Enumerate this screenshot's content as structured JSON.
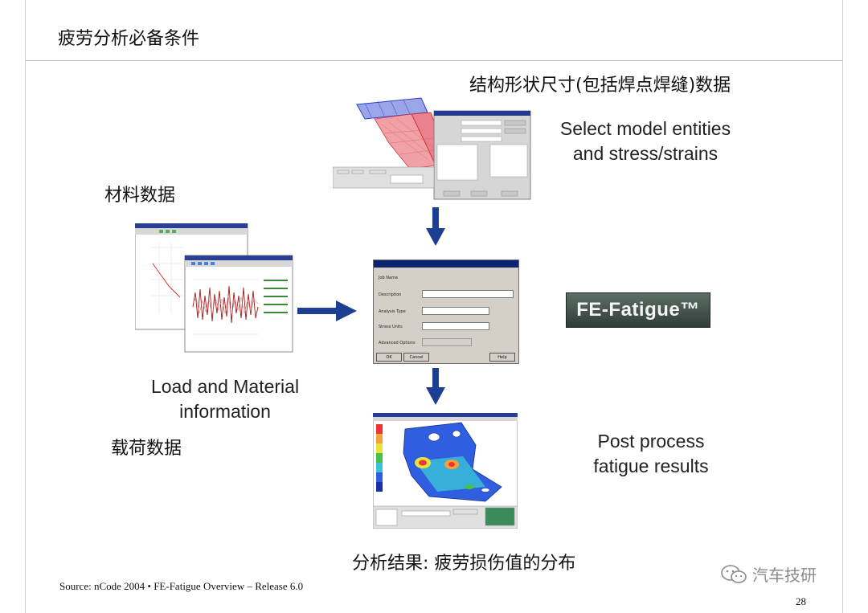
{
  "slide": {
    "title": "疲劳分析必备条件",
    "structure_label": "结构形状尺寸(包括焊点焊缝)数据",
    "select_label": [
      "Select model entities",
      "and stress/strains"
    ],
    "material_label": "材料数据",
    "load_material_label": [
      "Load and Material",
      "information"
    ],
    "load_label": "载荷数据",
    "badge_label": "FE-Fatigue™",
    "post_label": [
      "Post process",
      "fatigue results"
    ],
    "result_label": "分析结果: 疲劳损伤值的分布",
    "source": "Source: nCode 2004 • FE-Fatigue Overview – Release 6.0",
    "page_number": "28",
    "watermark": "汽车技研"
  },
  "dialog": {
    "rows": [
      "Job Name",
      "Description",
      "Analysis Type",
      "Stress Units",
      "Advanced Options"
    ],
    "buttons": [
      "OK",
      "Cancel",
      "Help"
    ]
  },
  "colors": {
    "arrow": "#1d3f93",
    "dialog_title_bar": "#0a2470",
    "badge": "#3e4f48"
  },
  "icons": [
    "arrow-down-icon",
    "arrow-right-icon",
    "wechat-icon"
  ]
}
